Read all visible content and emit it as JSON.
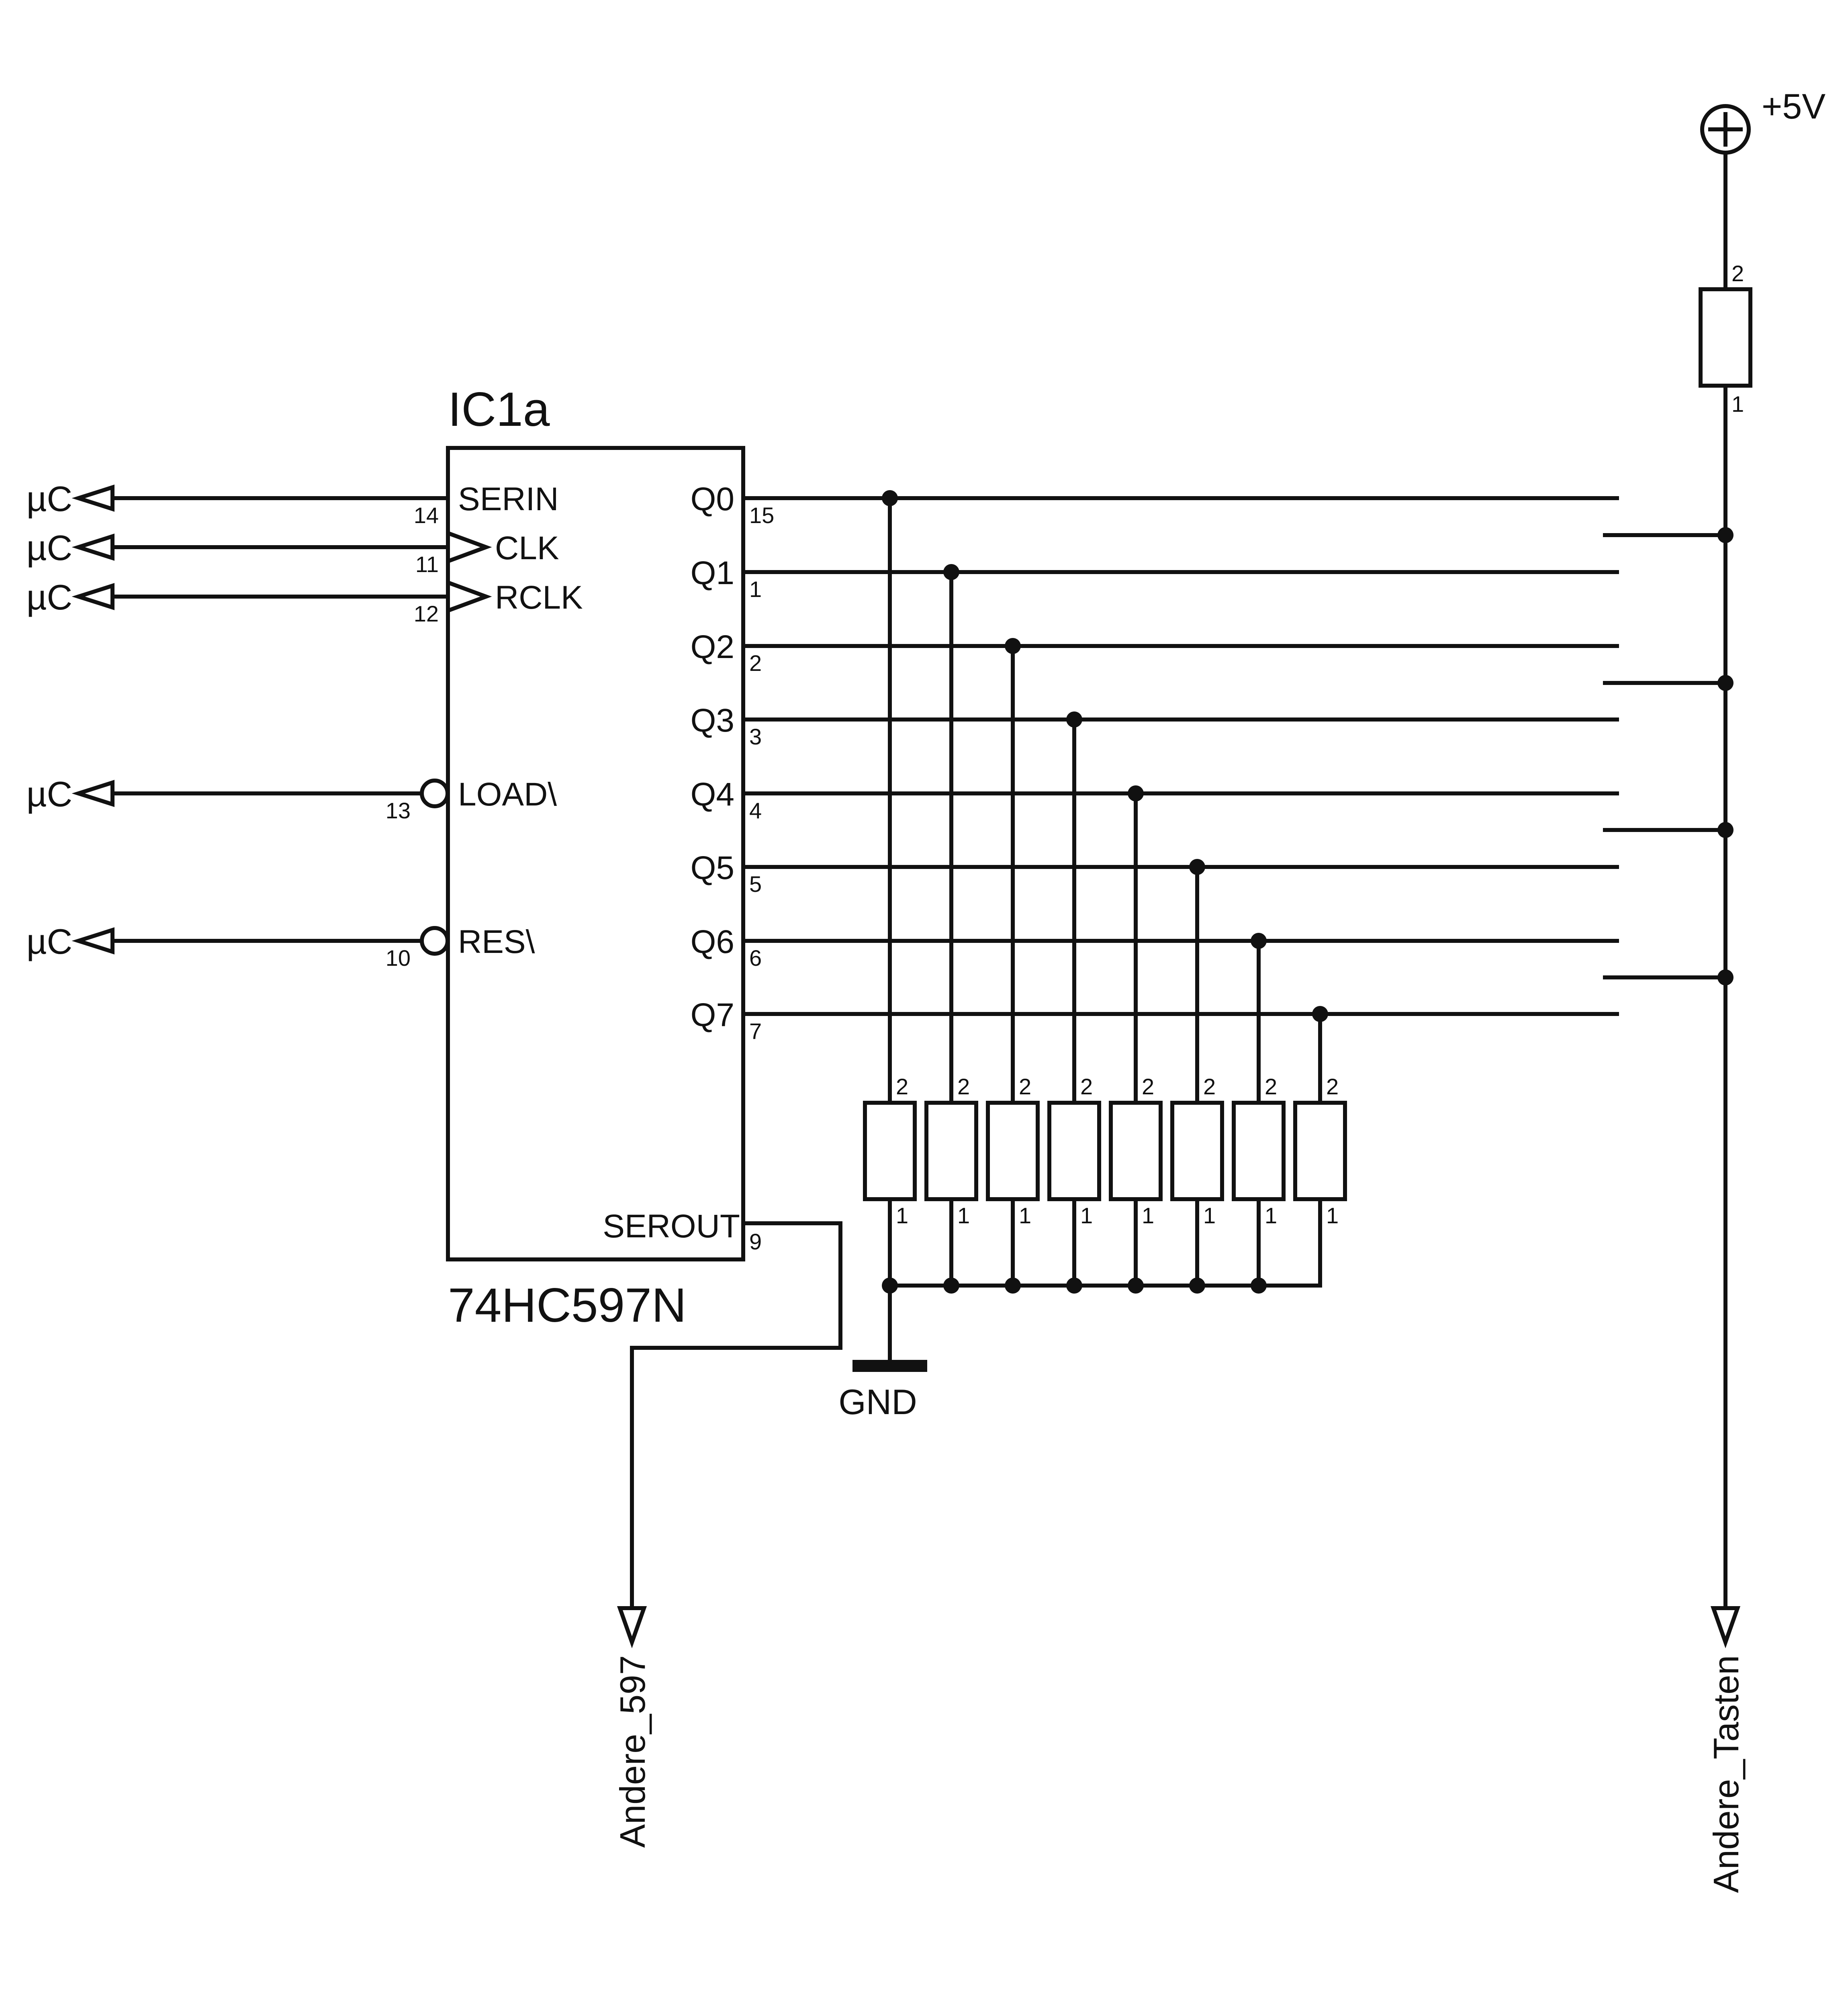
{
  "ic": {
    "name": "IC1a",
    "part": "74HC597N",
    "left_pins": [
      {
        "label": "SERIN",
        "num": "14",
        "source": "µC"
      },
      {
        "label": "CLK",
        "num": "11",
        "source": "µC"
      },
      {
        "label": "RCLK",
        "num": "12",
        "source": "µC"
      },
      {
        "label": "LOAD\\",
        "num": "13",
        "source": "µC"
      },
      {
        "label": "RES\\",
        "num": "10",
        "source": "µC"
      }
    ],
    "outputs": [
      {
        "label": "Q0",
        "num": "15"
      },
      {
        "label": "Q1",
        "num": "1"
      },
      {
        "label": "Q2",
        "num": "2"
      },
      {
        "label": "Q3",
        "num": "3"
      },
      {
        "label": "Q4",
        "num": "4"
      },
      {
        "label": "Q5",
        "num": "5"
      },
      {
        "label": "Q6",
        "num": "6"
      },
      {
        "label": "Q7",
        "num": "7"
      }
    ],
    "serout": {
      "label": "SEROUT",
      "num": "9"
    }
  },
  "pulldown_resistors": [
    {
      "pin_top": "2",
      "pin_bottom": "1"
    },
    {
      "pin_top": "2",
      "pin_bottom": "1"
    },
    {
      "pin_top": "2",
      "pin_bottom": "1"
    },
    {
      "pin_top": "2",
      "pin_bottom": "1"
    },
    {
      "pin_top": "2",
      "pin_bottom": "1"
    },
    {
      "pin_top": "2",
      "pin_bottom": "1"
    },
    {
      "pin_top": "2",
      "pin_bottom": "1"
    },
    {
      "pin_top": "2",
      "pin_bottom": "1"
    }
  ],
  "pullup_resistor": {
    "pin_top": "2",
    "pin_bottom": "1"
  },
  "power": {
    "label": "+5V"
  },
  "ground": {
    "label": "GND"
  },
  "ports": {
    "serout_out": "Andere_597",
    "rail_out": "Andere_Tasten"
  }
}
